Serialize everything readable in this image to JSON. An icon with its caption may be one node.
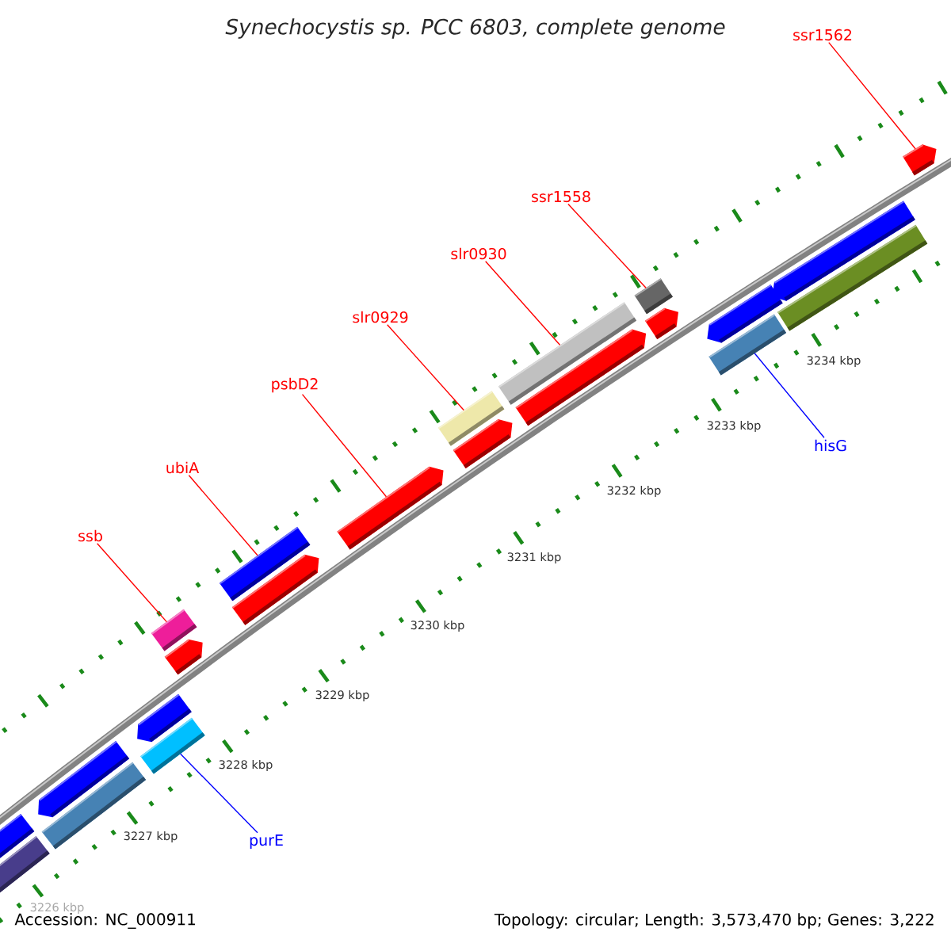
{
  "diagram": {
    "title": "Synechocystis sp. PCC 6803, complete genome",
    "nodes": [
      {
        "text": [
          "ssr1562"
        ]
      },
      {
        "text": [
          "ssr1558"
        ]
      },
      {
        "text": [
          "slr0930"
        ]
      },
      {
        "text": [
          "slr0929"
        ]
      },
      {
        "text": [
          "psbD2"
        ]
      },
      {
        "text": [
          "hisG"
        ]
      },
      {
        "text": [
          "ubiA"
        ]
      },
      {
        "text": [
          "ssb"
        ]
      },
      {
        "text": [
          "purE"
        ]
      },
      {
        "text": [],
        "shape": "bar"
      },
      {
        "text": [],
        "shape": "bar"
      },
      {
        "text": [],
        "shape": "bar"
      },
      {
        "text": [],
        "shape": "bar"
      },
      {
        "text": [],
        "shape": "bar"
      },
      {
        "text": [],
        "shape": "bar"
      },
      {
        "text": [],
        "shape": "bar"
      },
      {
        "text": [],
        "shape": "bar"
      },
      {
        "text": [],
        "shape": "bar"
      },
      {
        "text": [],
        "shape": "bar"
      },
      {
        "text": [],
        "shape": "bar"
      },
      {
        "text": [],
        "shape": "bar"
      },
      {
        "text": [],
        "shape": "bar"
      },
      {
        "text": [],
        "shape": "bar"
      },
      {
        "text": [],
        "shape": "bar"
      },
      {
        "text": [],
        "shape": "bar"
      },
      {
        "text": [],
        "shape": "bar"
      },
      {
        "text": [],
        "shape": "bar"
      },
      {
        "text": [],
        "shape": "bar"
      },
      {
        "text": [],
        "shape": "bar"
      },
      {
        "text": [],
        "shape": "bar"
      },
      {
        "text": [],
        "shape": "bar"
      }
    ],
    "edges": [
      {
        "from": 0,
        "to": 30,
        "arrow": "none"
      },
      {
        "from": 1,
        "to": 24,
        "arrow": "none"
      },
      {
        "from": 2,
        "to": 22,
        "arrow": "none"
      },
      {
        "from": 3,
        "to": 20,
        "arrow": "none"
      },
      {
        "from": 4,
        "to": 19,
        "arrow": "none"
      },
      {
        "from": 5,
        "to": 27,
        "arrow": "none",
        "color": "#0000ff"
      },
      {
        "from": 6,
        "to": 17,
        "arrow": "none"
      },
      {
        "from": 7,
        "to": 15,
        "arrow": "none"
      },
      {
        "from": 8,
        "to": 14,
        "arrow": "none",
        "color": "#0000ff"
      }
    ],
    "labels": [
      "3226 kbp",
      "3227 kbp",
      "3228 kbp",
      "3229 kbp",
      "3230 kbp",
      "3231 kbp",
      "3232 kbp",
      "3233 kbp",
      "3234 kbp",
      "Accession: NC_000911",
      "Topology: circular; Length: 3,573,470 bp; Genes: 3,222"
    ]
  }
}
